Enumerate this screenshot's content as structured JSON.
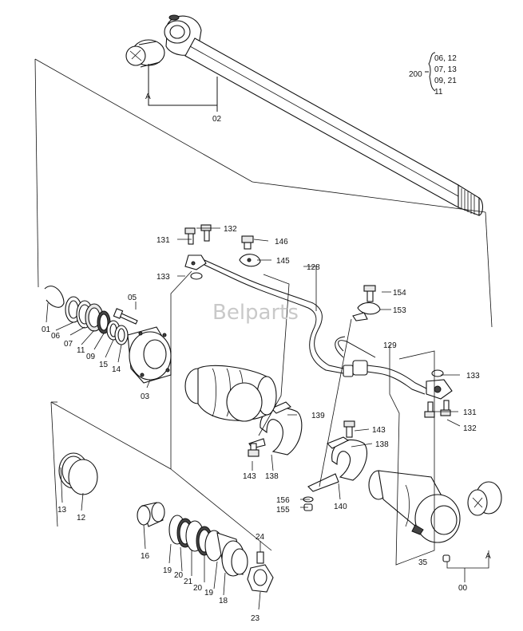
{
  "watermark": "Belparts",
  "kit": {
    "number": "200",
    "members": [
      "06, 12",
      "07, 13",
      "09, 21",
      "11"
    ]
  },
  "callouts": {
    "A_top": "A",
    "p02": "02",
    "p131a": "131",
    "p132a": "132",
    "p146": "146",
    "p145": "145",
    "p133a": "133",
    "p128": "128",
    "p154": "154",
    "p153": "153",
    "p129": "129",
    "p133b": "133",
    "p131b": "131",
    "p132b": "132",
    "p01": "01",
    "p06": "06",
    "p07": "07",
    "p11": "11",
    "p09": "09",
    "p15": "15",
    "p14": "14",
    "p05": "05",
    "p03": "03",
    "p139": "139",
    "p143a": "143",
    "p138a": "138",
    "p143b": "143",
    "p138b": "138",
    "p140": "140",
    "p156": "156",
    "p155": "155",
    "p13": "13",
    "p12": "12",
    "p16": "16",
    "p19a": "19",
    "p20a": "20",
    "p21": "21",
    "p20b": "20",
    "p19b": "19",
    "p18": "18",
    "p24": "24",
    "p23": "23",
    "p35": "35",
    "A_bottom": "A",
    "p00": "00"
  }
}
